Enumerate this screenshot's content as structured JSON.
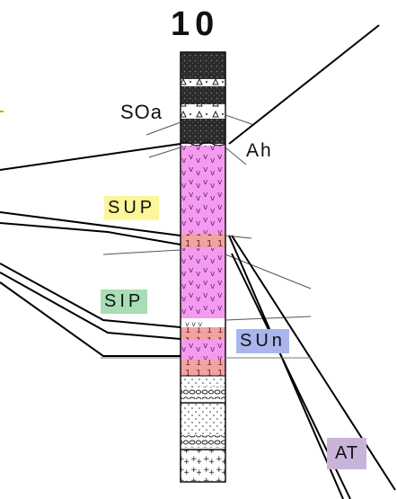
{
  "diagram": {
    "column_number": "10",
    "labels": {
      "soa": "SOa",
      "ah": "Ah"
    },
    "tags": {
      "sup": {
        "text": "SUP",
        "color": "#fdf59b"
      },
      "sip": {
        "text": "SIP",
        "color": "#a8ddb5"
      },
      "sun": {
        "text": "SUn",
        "color": "#a9b6ee"
      },
      "at": {
        "text": "AT",
        "color": "#c9b3d9"
      }
    },
    "layer_colors": {
      "pumice": "#f69af0",
      "ash": "#f2a2a2",
      "soil": "#2a2a2a",
      "gravel": "#ffffff"
    }
  }
}
